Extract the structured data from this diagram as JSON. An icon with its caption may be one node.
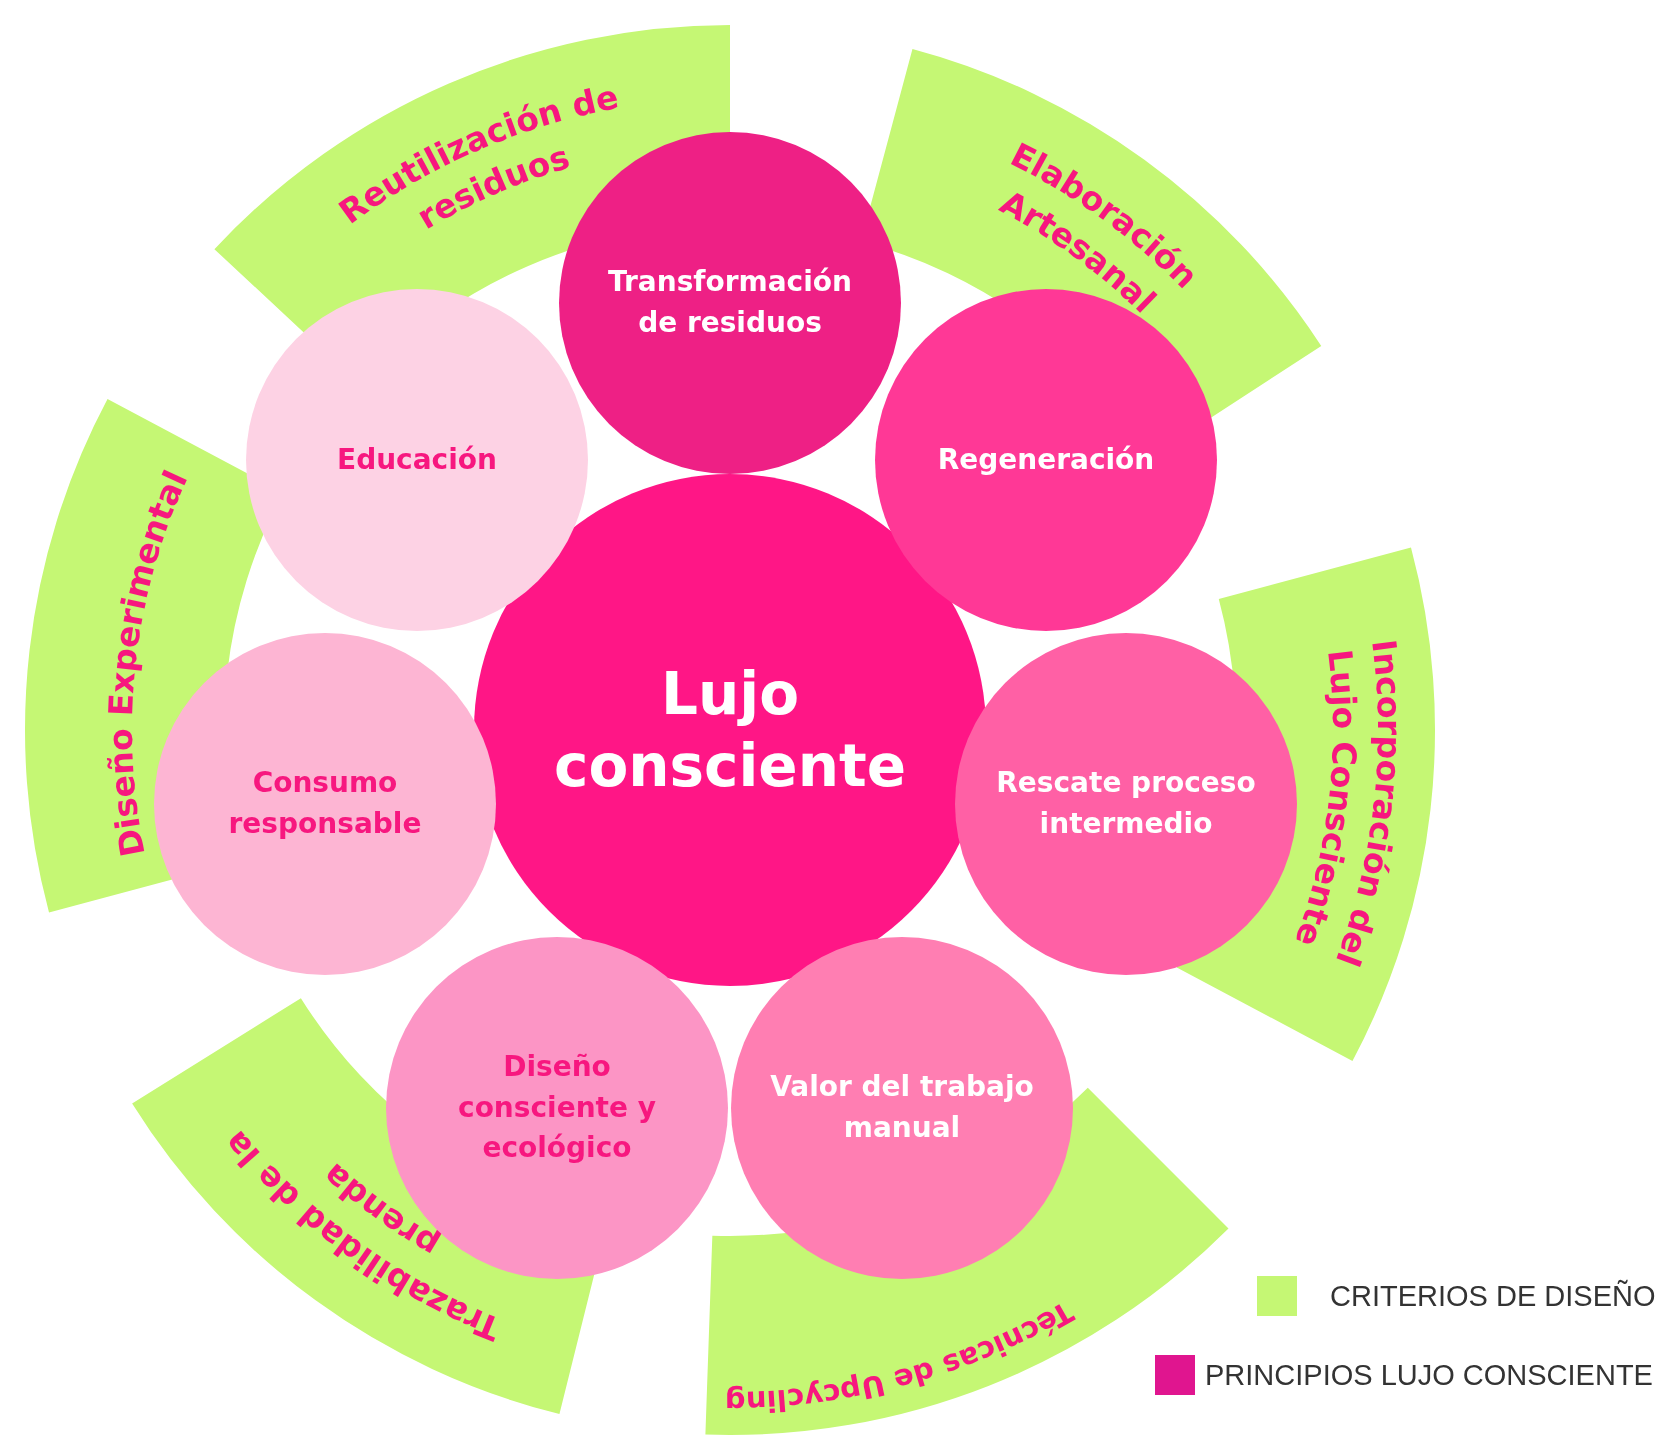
{
  "diagram": {
    "nodes": [
      {
        "text": [
          "Reutilización de residuos"
        ]
      },
      {
        "text": [
          "Elaboración Artesanal"
        ]
      },
      {
        "text": [
          "Diseño Experimental"
        ]
      },
      {
        "text": [
          "Incorporación del Lujo Consciente"
        ]
      },
      {
        "text": [
          "Trazabilidad de la prenda"
        ]
      },
      {
        "text": [
          "Técnicas de Upcycling"
        ]
      },
      {
        "text": [
          "Transformación de residuos"
        ]
      },
      {
        "text": [
          "Educación"
        ]
      },
      {
        "text": [
          "Regeneración"
        ]
      },
      {
        "text": [
          "Lujo consciente"
        ]
      },
      {
        "text": [
          "Consumo responsable"
        ]
      },
      {
        "text": [
          "Rescate proceso intermedio"
        ]
      },
      {
        "text": [
          "Diseño consciente y ecológico"
        ]
      },
      {
        "text": [
          "Valor del trabajo manual"
        ]
      }
    ],
    "edges": [],
    "legend": [
      {
        "text": "CRITERIOS DE DISEÑO",
        "color": "#c5f774"
      },
      {
        "text": "PRINCIPIOS LUJO CONSCIENTE",
        "color": "#e0158f"
      }
    ]
  }
}
